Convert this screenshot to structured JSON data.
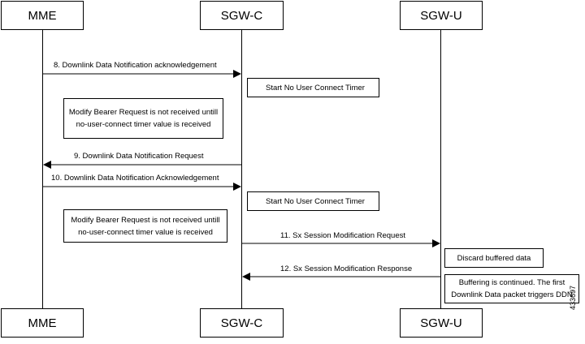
{
  "actors": {
    "mme": "MME",
    "sgwc": "SGW-C",
    "sgwu": "SGW-U"
  },
  "messages": [
    "8. Downlink Data Notification acknowledgement",
    "9. Downlink Data Notification Request",
    "10. Downlink Data Notification Acknowledgement",
    "11. Sx Session Modification Request",
    "12. Sx Session Modification Response"
  ],
  "notes": {
    "timer1": "Start No User Connect Timer",
    "modify1_line1": "Modify Bearer Request is not received untill",
    "modify1_line2": "no-user-connect timer value is received",
    "timer2": "Start No User Connect Timer",
    "modify2_line1": "Modify Bearer Request is not received untill",
    "modify2_line2": "no-user-connect timer value is received",
    "discard": "Discard buffered data",
    "buffering_line1": "Buffering is continued. The first",
    "buffering_line2": "Downlink Data packet triggers DDN"
  },
  "figure_id": "433697"
}
